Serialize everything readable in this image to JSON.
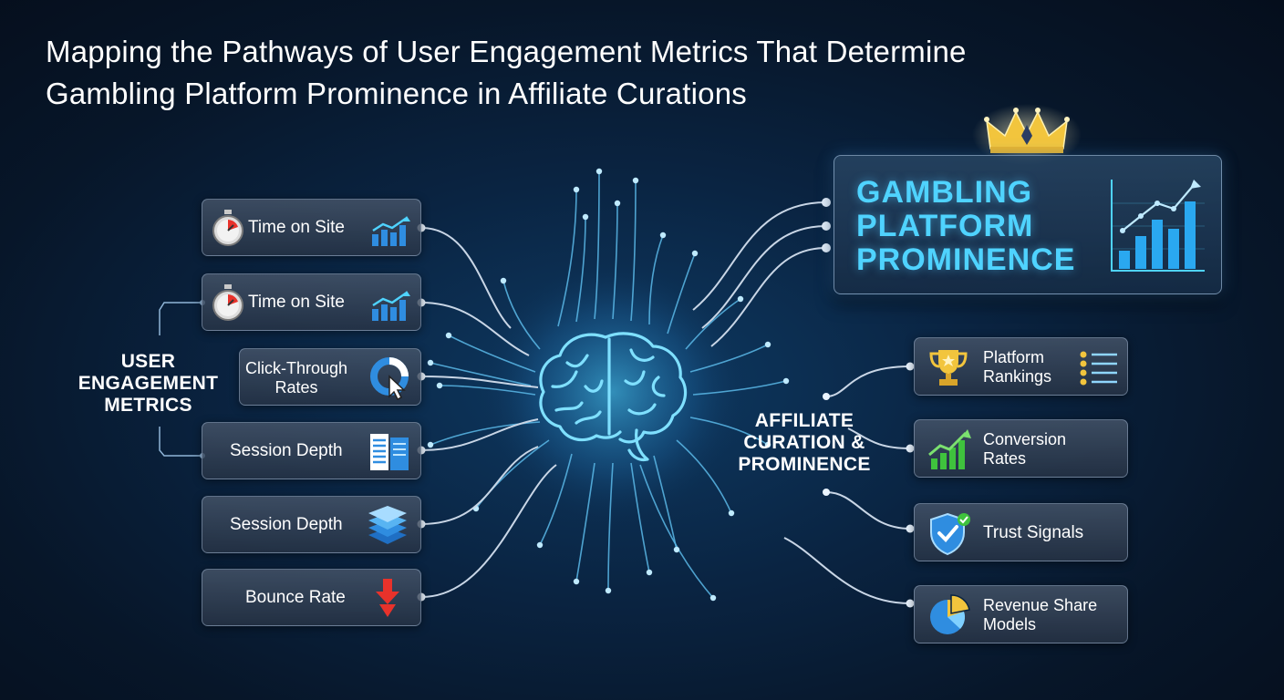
{
  "title": {
    "line1": "Mapping the Pathways of User Engagement Metrics That Determine",
    "line2": "Gambling Platform Prominence in Affiliate Curations"
  },
  "left_group": {
    "label_lines": [
      "USER",
      "ENGAGEMENT",
      "METRICS"
    ],
    "items": [
      {
        "label": "Time on Site",
        "icon": "stopwatch-icon"
      },
      {
        "label": "Time on Site",
        "icon": "stopwatch-icon"
      },
      {
        "label_lines": [
          "Click-Through",
          "Rates"
        ],
        "icon": "pie-cursor-icon"
      },
      {
        "label": "Session Depth",
        "icon": "document-stack-icon"
      },
      {
        "label": "Session Depth",
        "icon": "layers-icon"
      },
      {
        "label": "Bounce Rate",
        "icon": "down-arrow-icon"
      }
    ]
  },
  "center": {
    "icon": "brain-icon",
    "label_lines": [
      "AFFILIATE",
      "CURATION &",
      "PROMINENCE"
    ]
  },
  "prominence": {
    "title_lines": [
      "GAMBLING",
      "PLATFORM",
      "PROMINENCE"
    ],
    "icon": "crown-icon",
    "chart_icon": "rising-bar-chart-icon"
  },
  "right_group": {
    "items": [
      {
        "label_lines": [
          "Platform",
          "Rankings"
        ],
        "icon": "trophy-icon"
      },
      {
        "label_lines": [
          "Conversion",
          "Rates"
        ],
        "icon": "growth-chart-icon"
      },
      {
        "label": "Trust Signals",
        "icon": "shield-check-icon"
      },
      {
        "label_lines": [
          "Revenue Share",
          "Models"
        ],
        "icon": "pie-chart-icon"
      }
    ]
  },
  "colors": {
    "background": "#071629",
    "accent_cyan": "#4fd3ff",
    "circuit_line": "#5ab8e8",
    "gold": "#f2c53d",
    "red": "#e8322b",
    "green": "#3fc23d"
  }
}
